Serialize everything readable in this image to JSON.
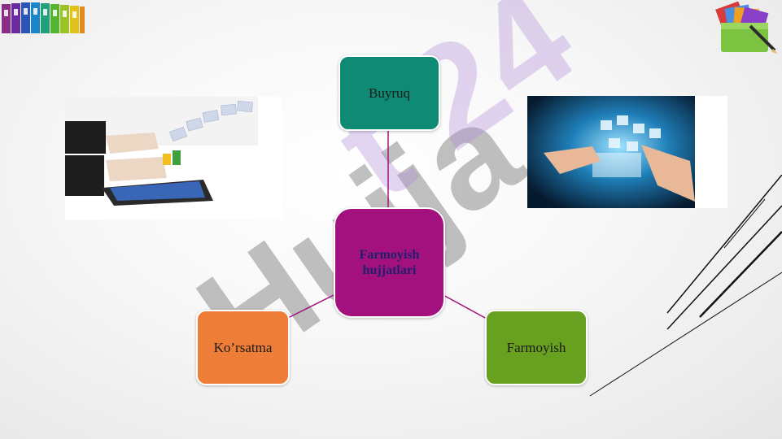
{
  "diagram": {
    "center": {
      "label": "Farmoyish hujjatlari"
    },
    "nodes": {
      "top": {
        "label": "Buyruq"
      },
      "left": {
        "label": "Ko’rsatma"
      },
      "right": {
        "label": "Farmoyish"
      }
    }
  },
  "watermark": {
    "text": "Hujjat 24"
  },
  "colors": {
    "top_node": "#0f8a74",
    "left_node": "#ee7d37",
    "right_node": "#68a120",
    "center_node": "#a3117f",
    "connector": "#a3117f"
  },
  "icons": {
    "top_left": "colored-binders-icon",
    "top_right": "folders-with-pen-icon"
  }
}
